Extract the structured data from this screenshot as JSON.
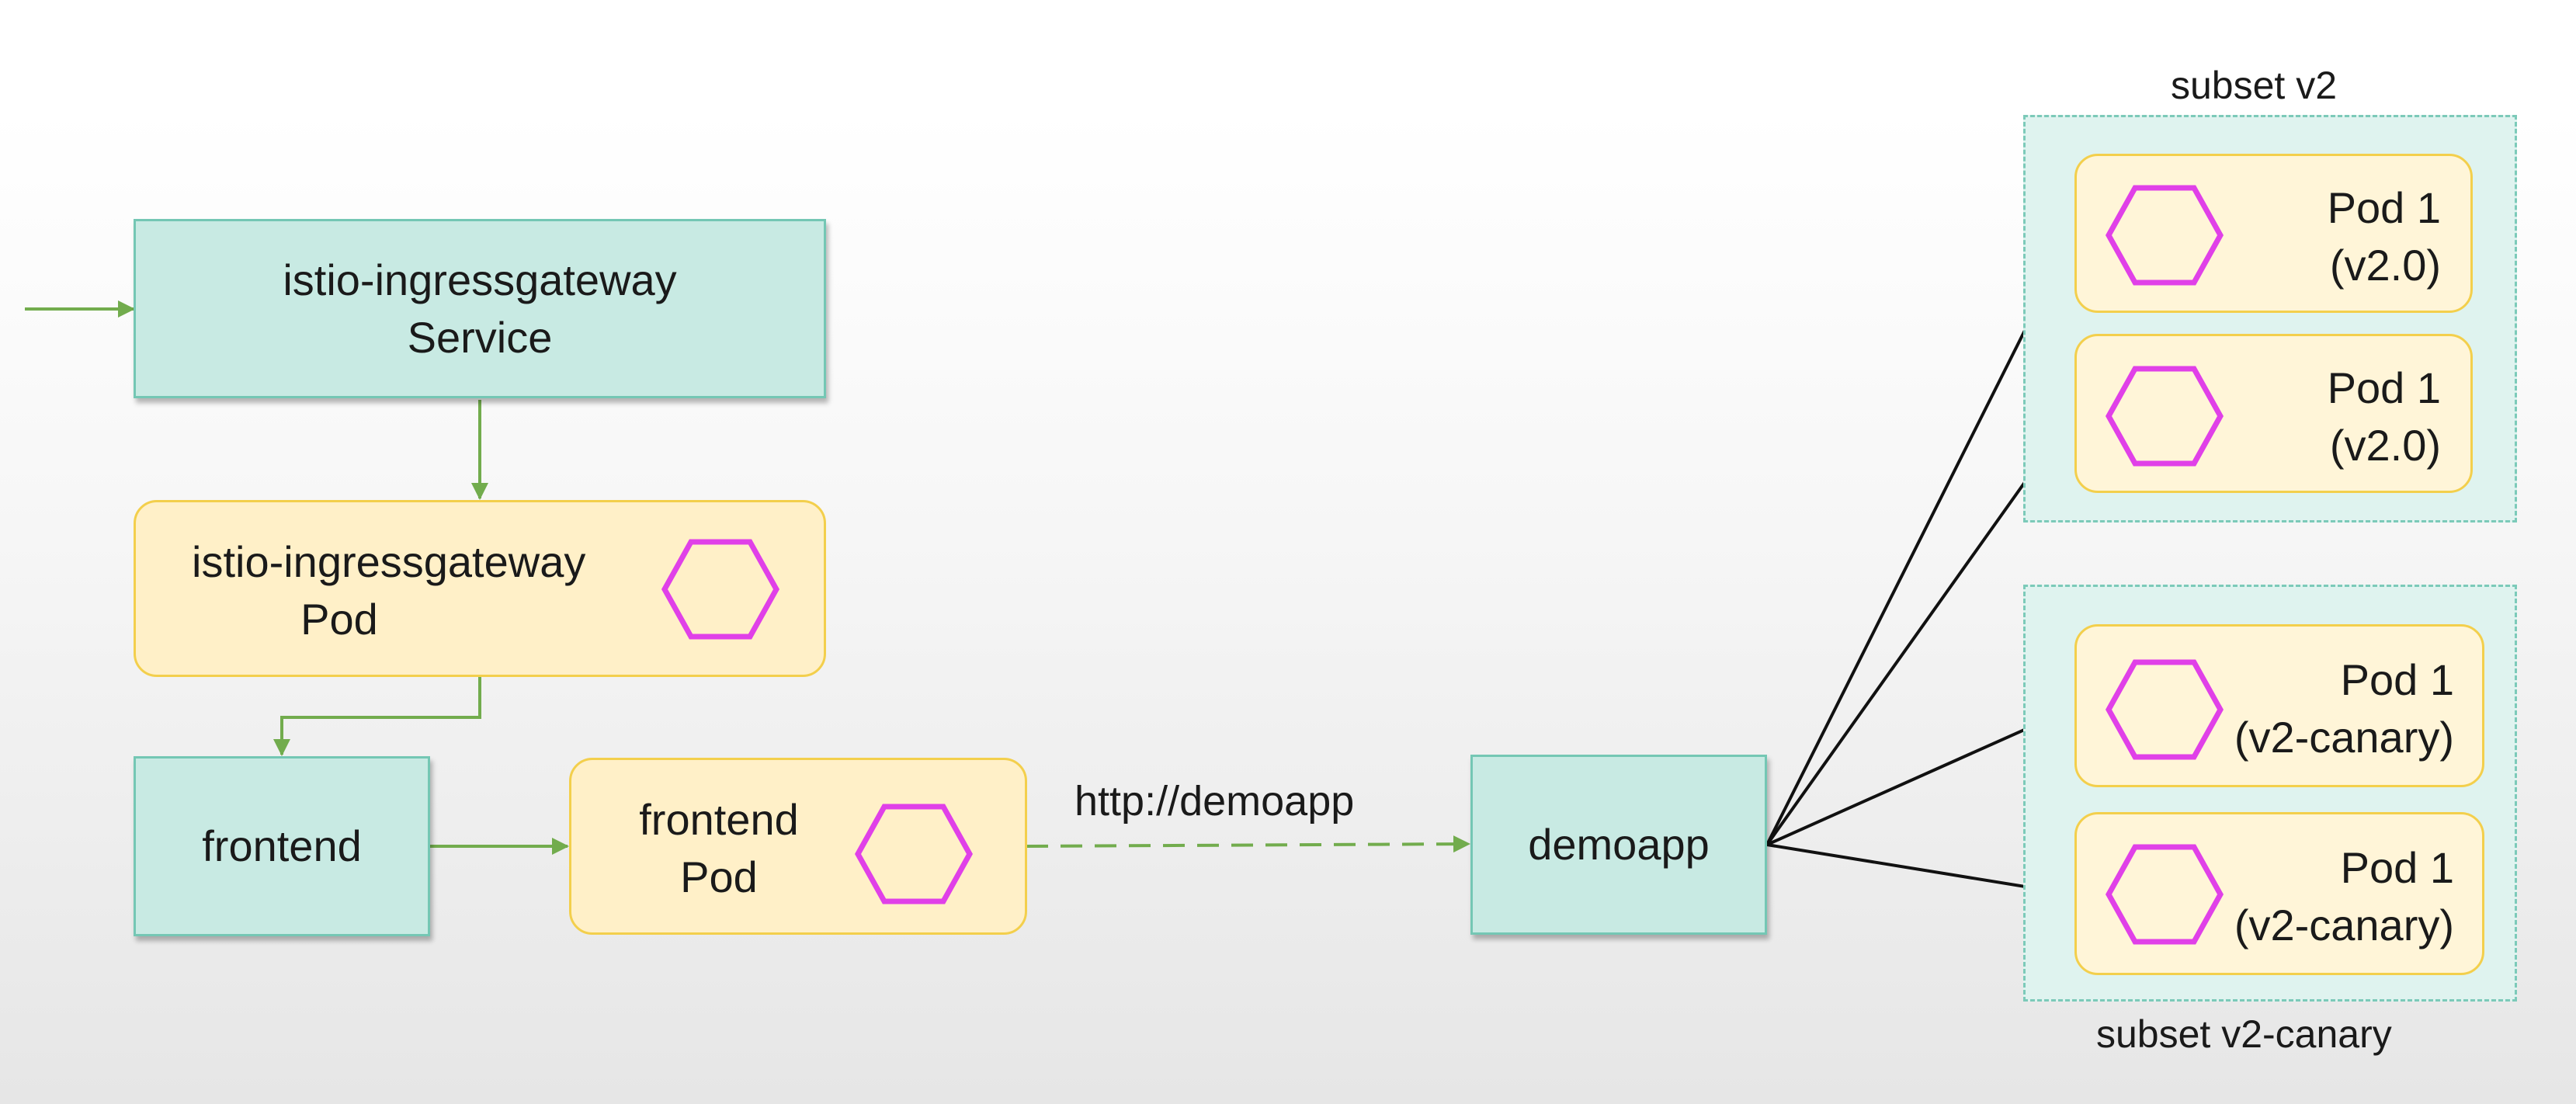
{
  "diagram": {
    "ingress_service": {
      "line1": "istio-ingressgateway",
      "line2": "Service"
    },
    "ingress_pod": {
      "line1": "istio-ingressgateway",
      "line2": "Pod"
    },
    "frontend_service": {
      "label": "frontend"
    },
    "frontend_pod": {
      "line1": "frontend",
      "line2": "Pod"
    },
    "edge_label": "http://demoapp",
    "demoapp_service": {
      "label": "demoapp"
    },
    "subset_v2": {
      "label": "subset v2",
      "pods": [
        {
          "line1": "Pod 1",
          "line2": "(v2.0)"
        },
        {
          "line1": "Pod 1",
          "line2": "(v2.0)"
        }
      ]
    },
    "subset_canary": {
      "label": "subset v2-canary",
      "pods": [
        {
          "line1": "Pod 1",
          "line2": "(v2-canary)"
        },
        {
          "line1": "Pod 1",
          "line2": "(v2-canary)"
        }
      ]
    },
    "colors": {
      "service_fill": "#c8eae3",
      "service_border": "#74c7b4",
      "pod_fill": "#fff0c8",
      "pod_border": "#f3cf4c",
      "hexagon": "#e040e8",
      "green_arrow": "#72ac4d",
      "black_arrow": "#111111"
    }
  }
}
